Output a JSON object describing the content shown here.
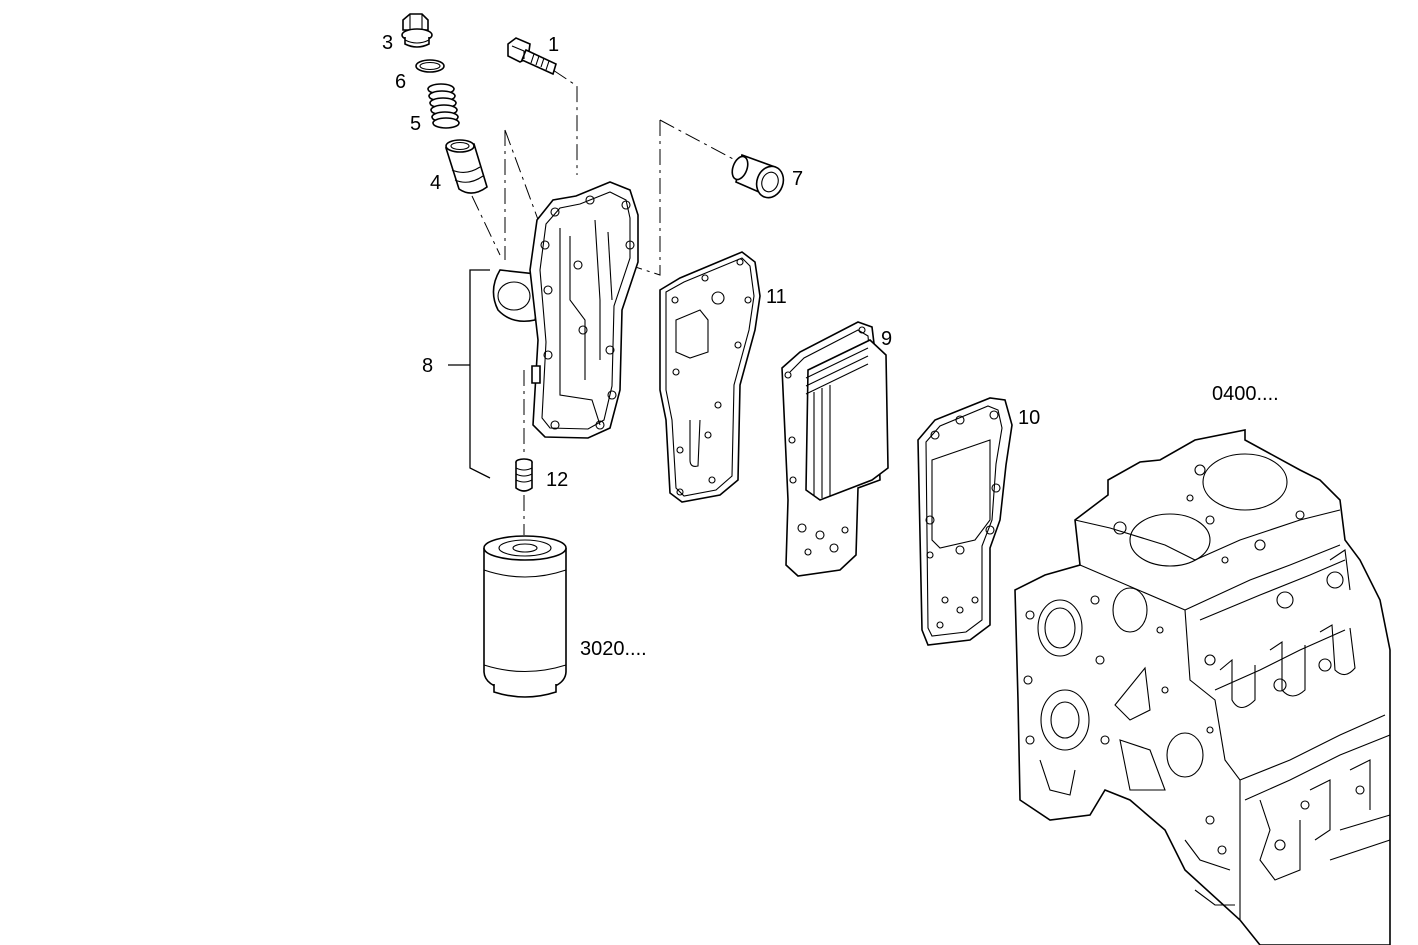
{
  "callouts": {
    "c1": "1",
    "c3": "3",
    "c6": "6",
    "c5": "5",
    "c4": "4",
    "c7": "7",
    "c8": "8",
    "c11": "11",
    "c9": "9",
    "c10": "10",
    "c12": "12",
    "ref_filter": "3020....",
    "ref_block": "0400...."
  },
  "parts": [
    {
      "ref": "1",
      "icon": "bolt-icon"
    },
    {
      "ref": "3",
      "icon": "plug-icon"
    },
    {
      "ref": "6",
      "icon": "o-ring-icon"
    },
    {
      "ref": "5",
      "icon": "spring-icon"
    },
    {
      "ref": "4",
      "icon": "valve-sleeve-icon"
    },
    {
      "ref": "7",
      "icon": "bushing-icon"
    },
    {
      "ref": "8",
      "icon": "oil-filter-housing-icon"
    },
    {
      "ref": "11",
      "icon": "gasket-icon"
    },
    {
      "ref": "9",
      "icon": "oil-cooler-icon"
    },
    {
      "ref": "10",
      "icon": "gasket-icon"
    },
    {
      "ref": "12",
      "icon": "threaded-nipple-icon"
    },
    {
      "ref": "3020....",
      "icon": "oil-filter-cartridge-icon"
    },
    {
      "ref": "0400....",
      "icon": "engine-block-icon"
    }
  ]
}
